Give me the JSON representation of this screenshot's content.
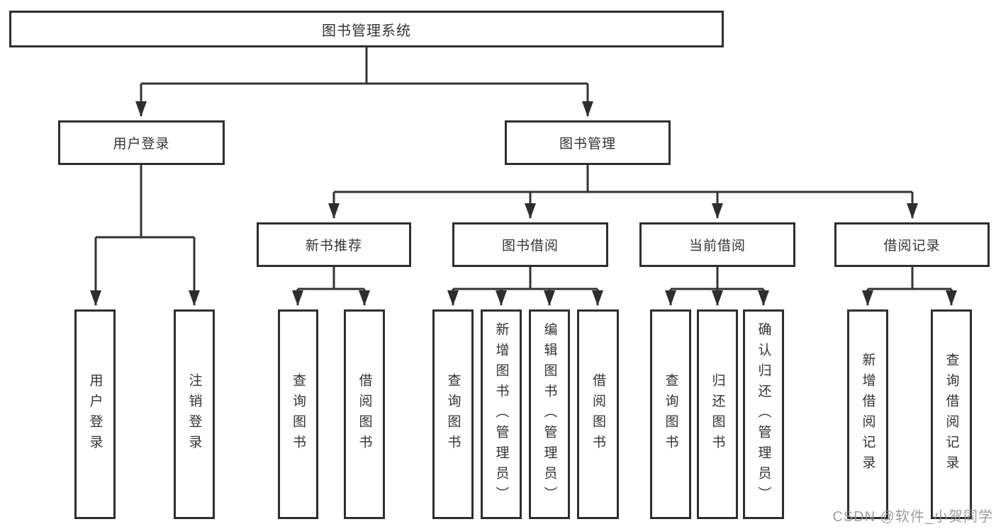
{
  "diagram_title": "图书管理系统",
  "colors": {
    "line": "#333333",
    "box_border": "#2e2e2e",
    "box_fill": "#ffffff",
    "text": "#333333",
    "watermark": "#949494"
  },
  "nodes": {
    "root": "图书管理系统",
    "level2": [
      {
        "label": "用户登录"
      },
      {
        "label": "图书管理"
      }
    ],
    "level3": [
      {
        "label": "新书推荐"
      },
      {
        "label": "图书借阅"
      },
      {
        "label": "当前借阅"
      },
      {
        "label": "借阅记录"
      }
    ],
    "leaves": [
      "用户登录",
      "注销登录",
      "查询图书",
      "借阅图书",
      "查询图书",
      "新增图书（管理员）",
      "编辑图书（管理员）",
      "借阅图书",
      "查询图书",
      "归还图书",
      "确认归还（管理员）",
      "新增借阅记录",
      "查询借阅记录"
    ]
  },
  "watermark": "CSDN @软件_小贺同学"
}
